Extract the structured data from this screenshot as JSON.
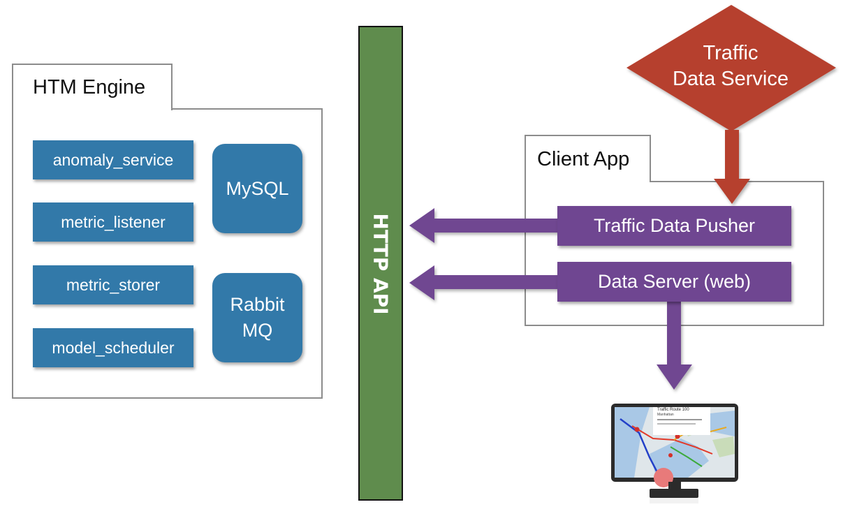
{
  "htm_engine": {
    "title": "HTM Engine",
    "services": [
      "anomaly_service",
      "metric_listener",
      "metric_storer",
      "model_scheduler"
    ],
    "stores": [
      "MySQL",
      "Rabbit\nMQ"
    ]
  },
  "http_api": {
    "label": "HTTP API"
  },
  "traffic_data_service": {
    "label": "Traffic\nData Service"
  },
  "client_app": {
    "title": "Client App",
    "components": [
      "Traffic Data Pusher",
      "Data Server (web)"
    ]
  },
  "monitor_screen": {
    "popup_title": "Traffic Route 100",
    "popup_subtitle": "Manhattan"
  },
  "colors": {
    "service_blue": "#3279a9",
    "api_green": "#5f8c4d",
    "client_purple": "#6f4691",
    "source_red": "#b6412f"
  }
}
